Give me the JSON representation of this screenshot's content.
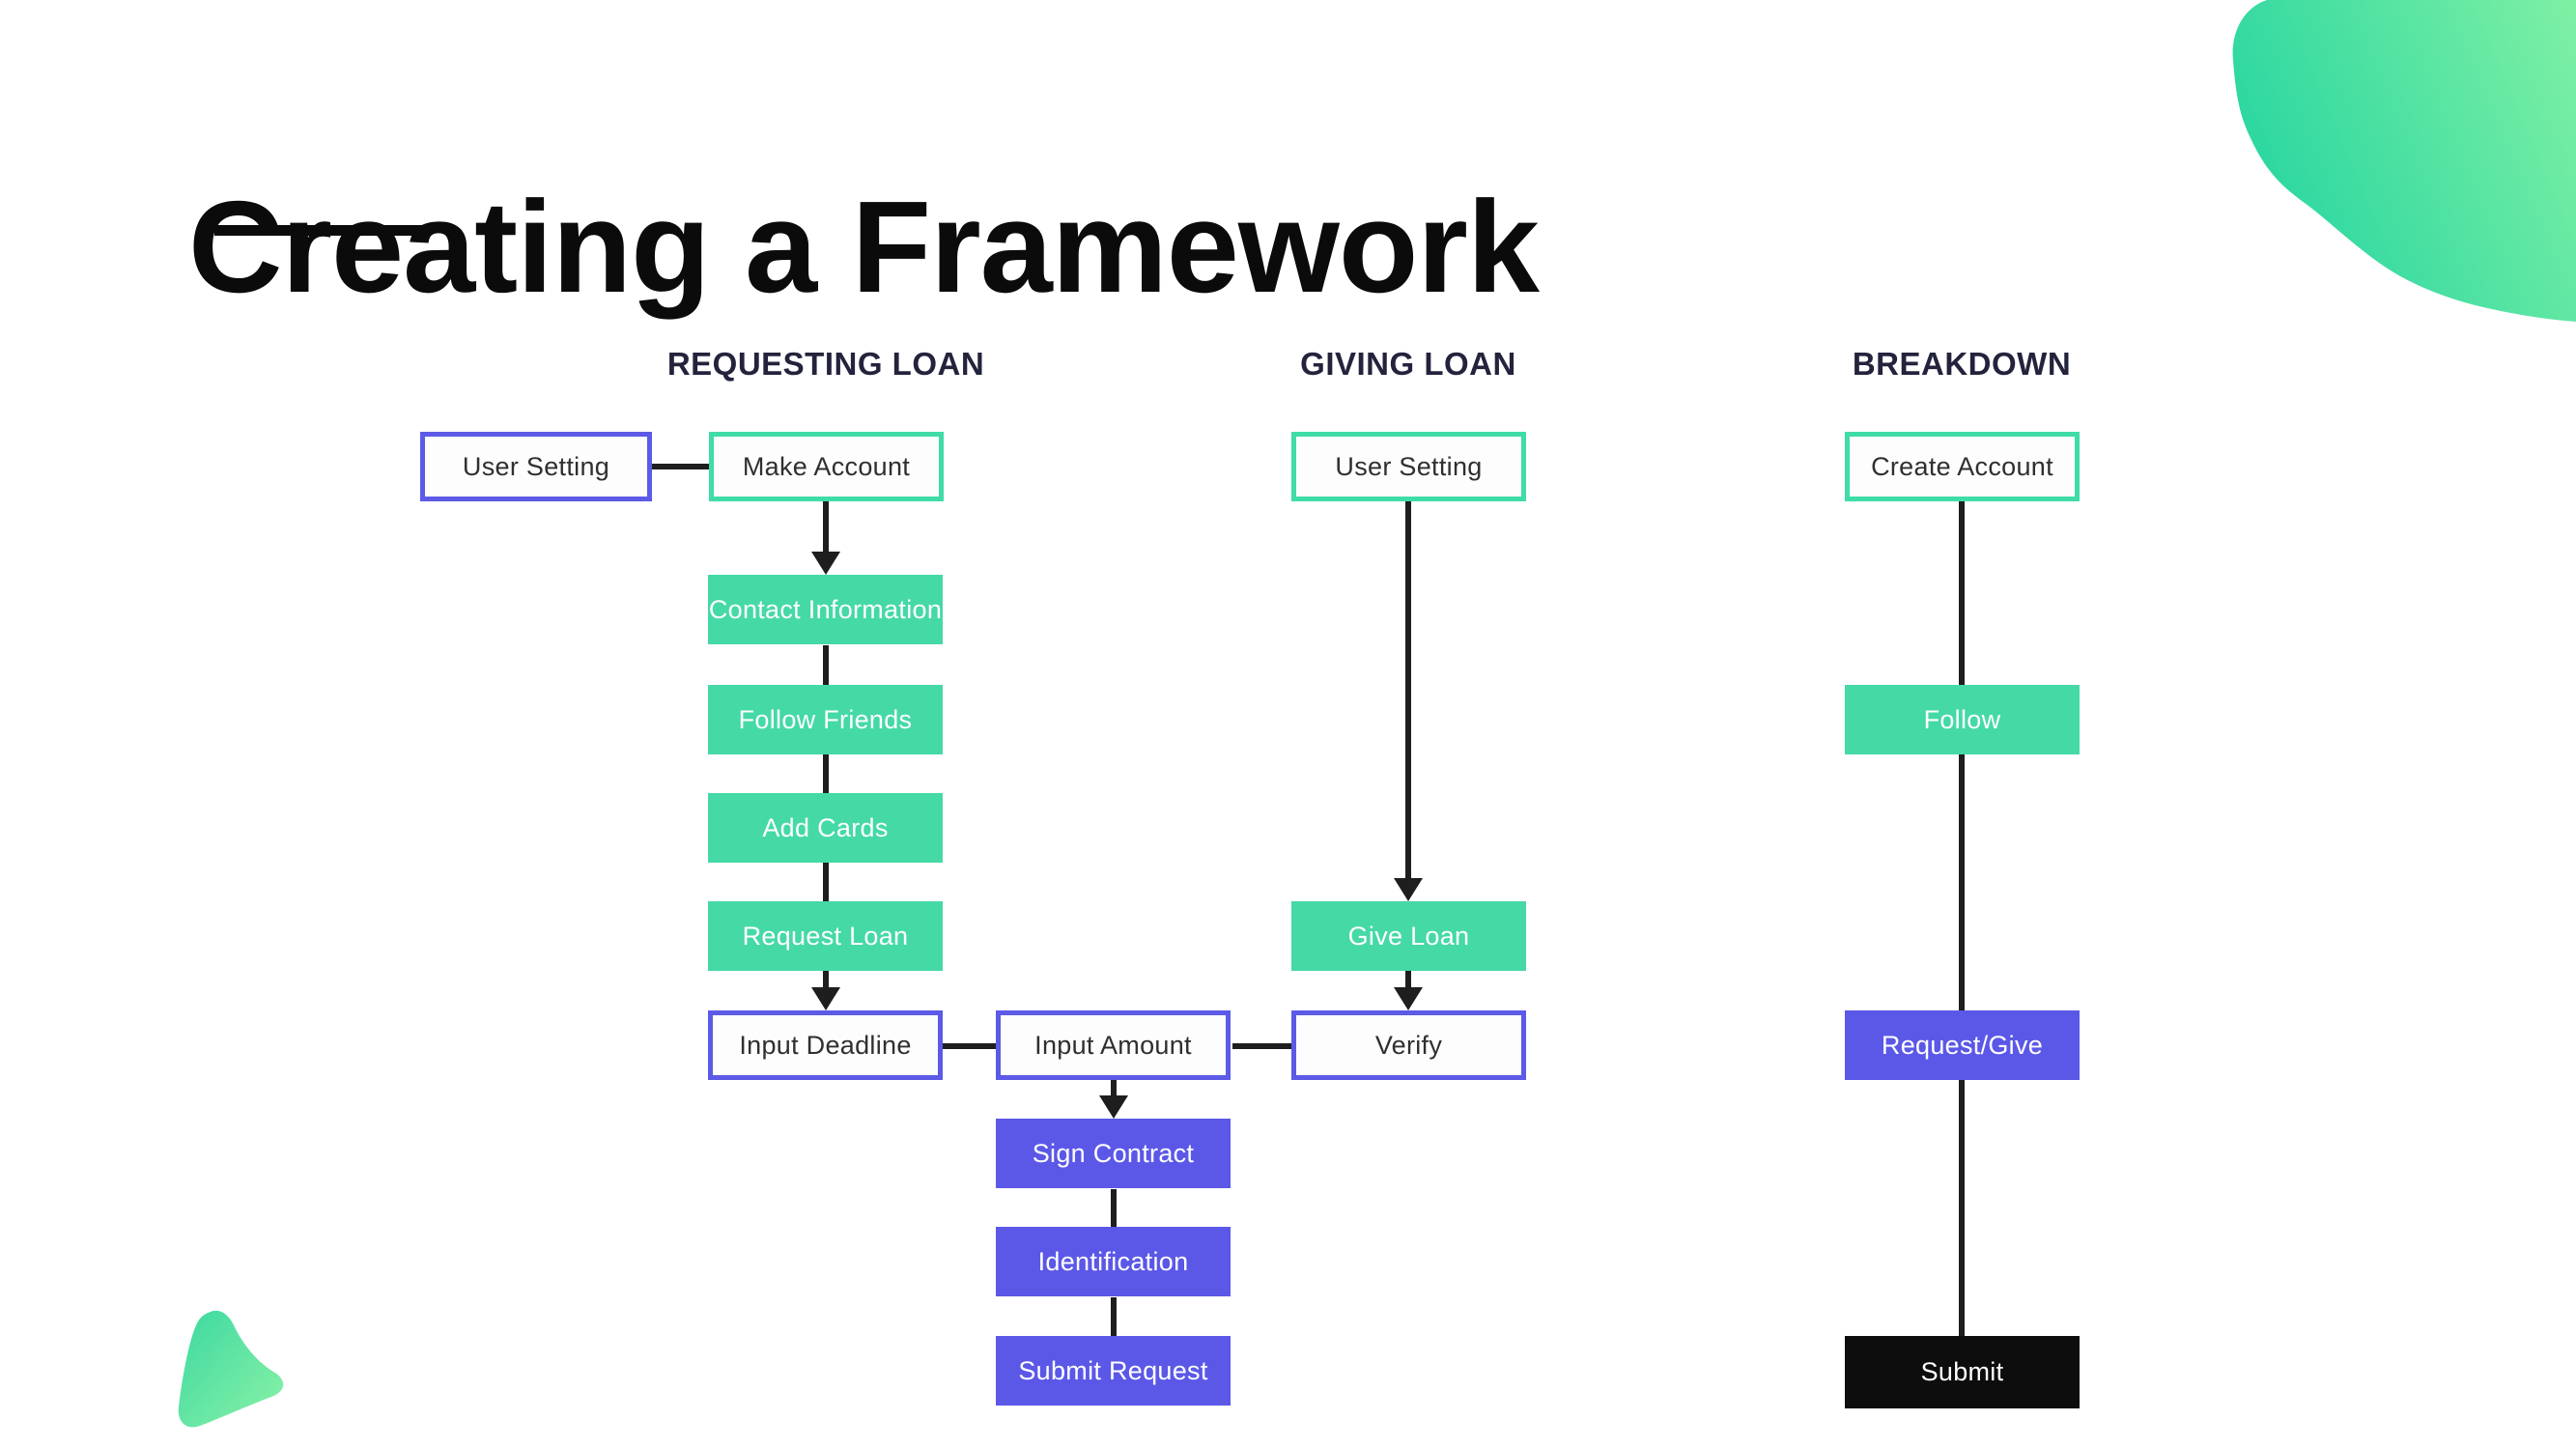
{
  "title": "Creating a Framework",
  "columns": {
    "requesting": {
      "header": "REQUESTING LOAN"
    },
    "giving": {
      "header": "GIVING LOAN"
    },
    "breakdown": {
      "header": "BREAKDOWN"
    }
  },
  "nodes": {
    "user_setting_requesting": "User Setting",
    "make_account": "Make Account",
    "contact_information": "Contact Information",
    "follow_friends": "Follow Friends",
    "add_cards": "Add Cards",
    "request_loan": "Request Loan",
    "input_deadline": "Input Deadline",
    "input_amount": "Input Amount",
    "verify": "Verify",
    "sign_contract": "Sign Contract",
    "identification": "Identification",
    "submit_request": "Submit Request",
    "user_setting_giving": "User Setting",
    "give_loan": "Give Loan",
    "create_account": "Create Account",
    "follow": "Follow",
    "request_give": "Request/Give",
    "submit": "Submit"
  },
  "colors": {
    "green_fill": "#45d9a6",
    "green_border": "#3fdca8",
    "purple_fill": "#5b58e8",
    "purple_border": "#5c5ae6",
    "black_box": "#0d0d0d",
    "connector": "#1e1e1e",
    "header_text": "#23233d",
    "title_text": "#0b0b0b",
    "blob_gradient_start": "#2bd7a1",
    "blob_gradient_end": "#7ff0a4"
  }
}
